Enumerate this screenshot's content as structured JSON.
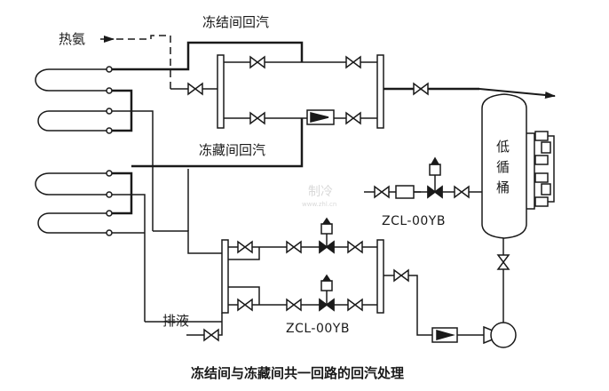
{
  "labels": {
    "hot_ammonia": "热氨",
    "freezer_return": "冻结间回汽",
    "cold_store_return": "冻藏间回汽",
    "separator": [
      "低",
      "循",
      "桶"
    ],
    "valve_model_top": "ZCL-00YB",
    "valve_model_bottom": "ZCL-00YB",
    "drain": "排液"
  },
  "caption": "冻结间与冻藏间共一回路的回汽处理",
  "watermark": {
    "main": "制冷",
    "sub": "www.zhl.cn"
  },
  "colors": {
    "line": "#1a1a1a",
    "background": "#ffffff"
  }
}
